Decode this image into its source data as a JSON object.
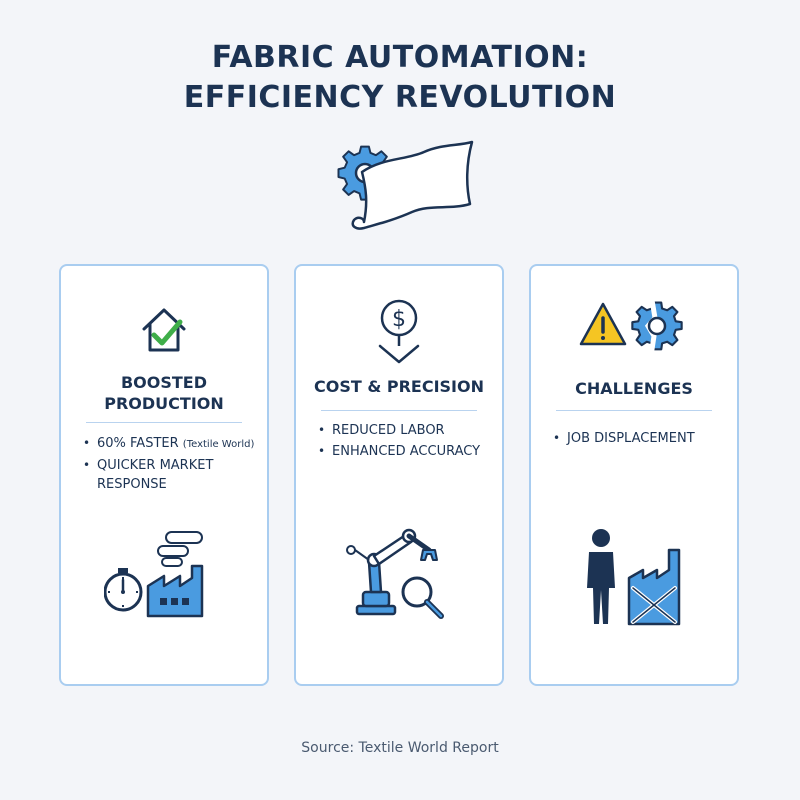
{
  "title": {
    "line1": "FABRIC AUTOMATION:",
    "line2": "EFFICIENCY REVOLUTION"
  },
  "hero_icon": "gear-and-fabric-icon",
  "colors": {
    "navy": "#1c3353",
    "accent_blue": "#4a9be0",
    "card_border": "#a9cdf0",
    "check_green": "#3fae49",
    "warning_yellow": "#f5c523"
  },
  "cards": [
    {
      "heading_line1": "BOOSTED",
      "heading_line2": "PRODUCTION",
      "top_icon": "house-check-icon",
      "bullets": [
        {
          "text": "60% FASTER",
          "note": "(Textile World)"
        },
        {
          "text": "QUICKER MARKET RESPONSE"
        }
      ],
      "bottom_icons": [
        "stopwatch-icon",
        "factory-icon"
      ]
    },
    {
      "heading_line1": "COST & PRECISION",
      "top_icon": "dollar-down-icon",
      "bullets": [
        {
          "text": "REDUCED LABOR"
        },
        {
          "text": "ENHANCED ACCURACY"
        }
      ],
      "bottom_icons": [
        "robot-arm-icon",
        "magnifier-icon"
      ]
    },
    {
      "heading_line1": "CHALLENGES",
      "top_icon": "warning-gear-icon",
      "bullets": [
        {
          "text": "JOB DISPLACEMENT"
        }
      ],
      "bottom_icons": [
        "person-icon",
        "crossed-factory-icon"
      ]
    }
  ],
  "source": "Source: Textile World Report"
}
